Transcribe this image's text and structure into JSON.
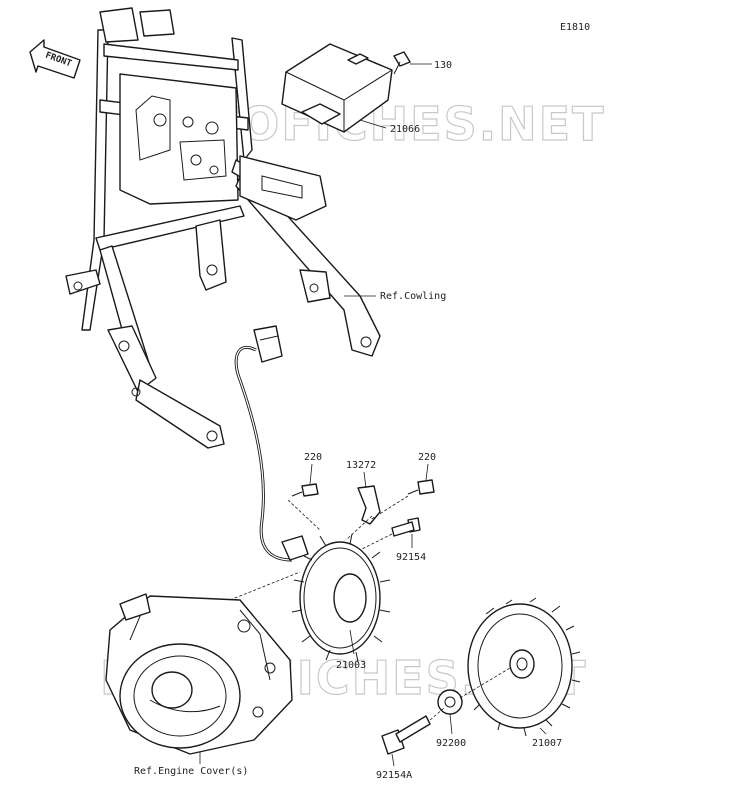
{
  "diagram": {
    "code": "E1810",
    "front_label": "FRONT",
    "watermarks": [
      "MOTOFICHES.NET",
      "MOTOFICHES.NET"
    ],
    "callouts": {
      "p130": "130",
      "p21066": "21066",
      "ref_cowling": "Ref.Cowling",
      "p220_left": "220",
      "p13272": "13272",
      "p220_right": "220",
      "p92154": "92154",
      "p21003": "21003",
      "p92200": "92200",
      "p21007": "21007",
      "p92154a": "92154A",
      "ref_engine_cover": "Ref.Engine Cover(s)"
    }
  }
}
